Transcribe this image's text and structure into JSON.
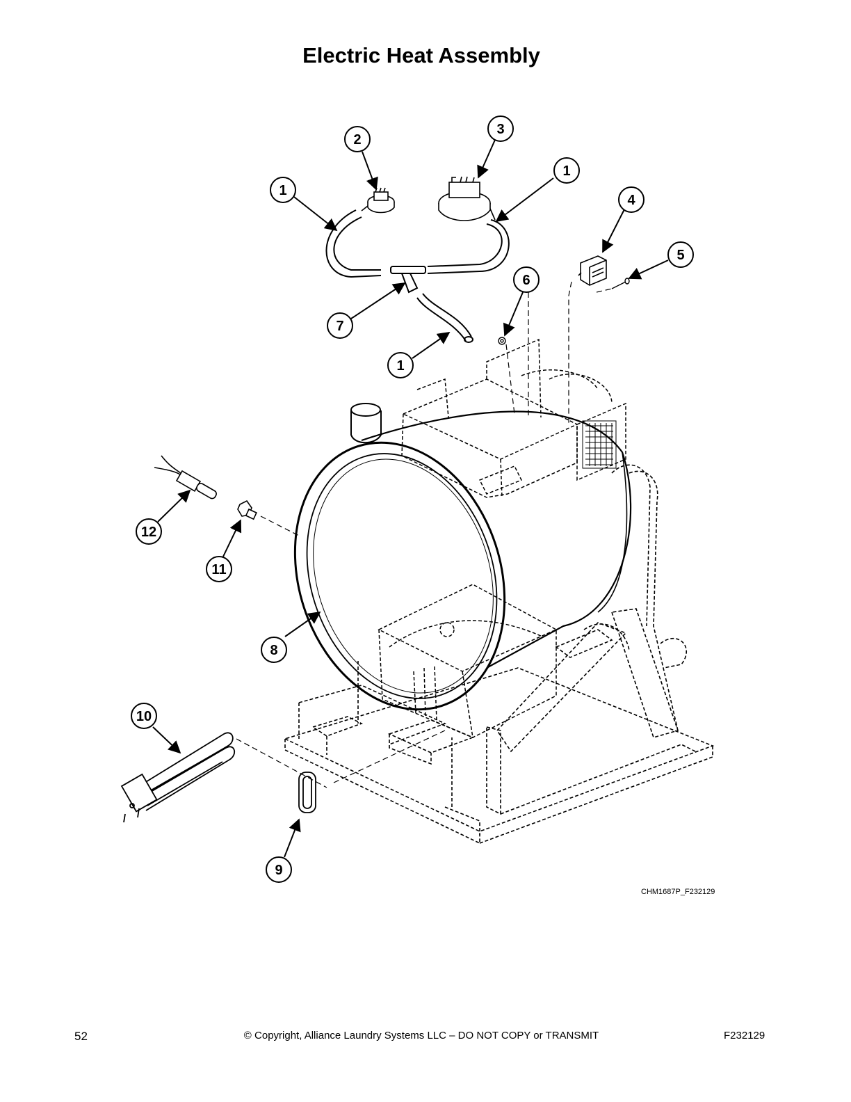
{
  "page": {
    "title": "Electric Heat Assembly",
    "figure_code": "CHM1687P_F232129",
    "page_number": "52",
    "copyright": "© Copyright, Alliance Laundry Systems LLC – DO NOT COPY or TRANSMIT",
    "doc_id": "F232129"
  },
  "callouts": [
    {
      "label": "1"
    },
    {
      "label": "2"
    },
    {
      "label": "3"
    },
    {
      "label": "1"
    },
    {
      "label": "4"
    },
    {
      "label": "5"
    },
    {
      "label": "6"
    },
    {
      "label": "7"
    },
    {
      "label": "1"
    },
    {
      "label": "12"
    },
    {
      "label": "11"
    },
    {
      "label": "8"
    },
    {
      "label": "10"
    },
    {
      "label": "9"
    }
  ]
}
